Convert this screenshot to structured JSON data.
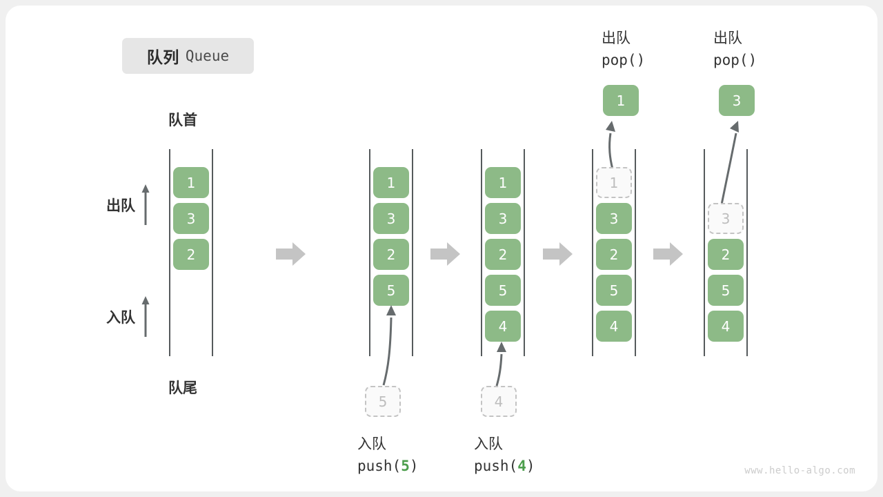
{
  "title": {
    "cn": "队列",
    "en": "Queue"
  },
  "labels": {
    "front": "队首",
    "rear": "队尾",
    "dequeue": "出队",
    "enqueue": "入队"
  },
  "colors": {
    "element": "#8dba87",
    "ghost_border": "#c3c3c3",
    "rail": "#555a5c",
    "arrow": "#666b6d",
    "step_arrow": "#c4c4c4",
    "badge_bg": "#e6e6e6",
    "accent_code": "#4c9e4c"
  },
  "stages": [
    {
      "id": "initial",
      "cells": [
        {
          "value": "1",
          "state": "solid"
        },
        {
          "value": "3",
          "state": "solid"
        },
        {
          "value": "2",
          "state": "solid"
        }
      ]
    },
    {
      "id": "after-push-5",
      "cells": [
        {
          "value": "1",
          "state": "solid"
        },
        {
          "value": "3",
          "state": "solid"
        },
        {
          "value": "2",
          "state": "solid"
        },
        {
          "value": "5",
          "state": "solid"
        }
      ],
      "pending": {
        "value": "5",
        "state": "ghost"
      },
      "caption": {
        "cn": "入队",
        "fn": "push(",
        "arg": "5",
        "close": ")"
      }
    },
    {
      "id": "after-push-4",
      "cells": [
        {
          "value": "1",
          "state": "solid"
        },
        {
          "value": "3",
          "state": "solid"
        },
        {
          "value": "2",
          "state": "solid"
        },
        {
          "value": "5",
          "state": "solid"
        },
        {
          "value": "4",
          "state": "solid"
        }
      ],
      "pending": {
        "value": "4",
        "state": "ghost"
      },
      "caption": {
        "cn": "入队",
        "fn": "push(",
        "arg": "4",
        "close": ")"
      }
    },
    {
      "id": "after-pop-1",
      "cells": [
        {
          "value": "1",
          "state": "ghost"
        },
        {
          "value": "3",
          "state": "solid"
        },
        {
          "value": "2",
          "state": "solid"
        },
        {
          "value": "5",
          "state": "solid"
        },
        {
          "value": "4",
          "state": "solid"
        }
      ],
      "popped": {
        "value": "1",
        "state": "solid"
      },
      "caption": {
        "cn": "出队",
        "fn": "pop(",
        "arg": "",
        "close": ")"
      }
    },
    {
      "id": "after-pop-3",
      "cells": [
        {
          "value": "",
          "state": "empty"
        },
        {
          "value": "3",
          "state": "ghost"
        },
        {
          "value": "2",
          "state": "solid"
        },
        {
          "value": "5",
          "state": "solid"
        },
        {
          "value": "4",
          "state": "solid"
        }
      ],
      "popped": {
        "value": "3",
        "state": "solid"
      },
      "caption": {
        "cn": "出队",
        "fn": "pop(",
        "arg": "",
        "close": ")"
      }
    }
  ],
  "watermark": "www.hello-algo.com"
}
